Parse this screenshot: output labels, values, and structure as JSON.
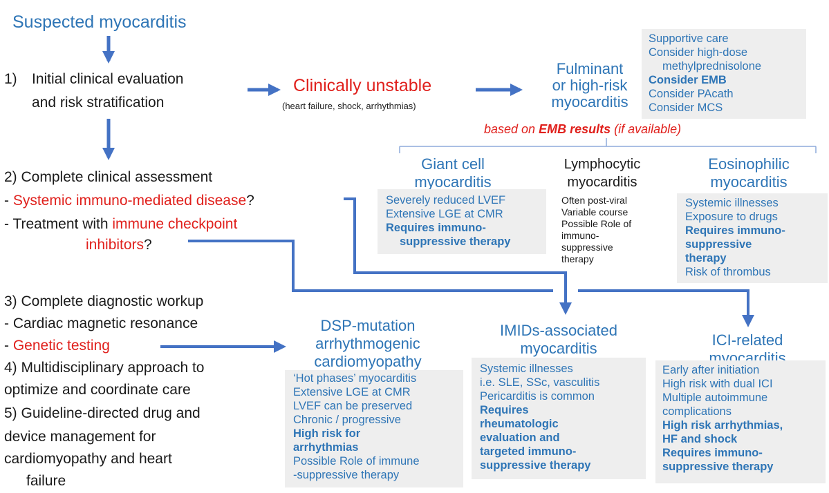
{
  "top": {
    "suspected": "Suspected myocarditis",
    "step1_num": "1)",
    "step1_line1": "Initial clinical evaluation",
    "step1_line2": "and risk stratification",
    "unstable_title": "Clinically unstable",
    "unstable_sub": "(heart failure, shock, arrhythmias)",
    "fulminant": [
      "Fulminant",
      "or high-risk",
      "myocarditis"
    ],
    "fulminant_box": [
      {
        "text": "Supportive care",
        "bold": false,
        "indent": false
      },
      {
        "text": "Consider high-dose",
        "bold": false,
        "indent": false
      },
      {
        "text": "methylprednisolone",
        "bold": false,
        "indent": true
      },
      {
        "text": "Consider EMB",
        "bold": true,
        "indent": false
      },
      {
        "text": "Consider PAcath",
        "bold": false,
        "indent": false
      },
      {
        "text": "Consider MCS",
        "bold": false,
        "indent": false
      }
    ],
    "emb_pre": "based on ",
    "emb_bold": "EMB results",
    "emb_post": " (if available)"
  },
  "left": {
    "s2_title": "2) Complete clinical assessment",
    "s2_a_prefix": " - ",
    "s2_a_red": "Systemic immuno-mediated disease",
    "s2_a_suffix": "?",
    "s2_b_prefix": " - Treatment with ",
    "s2_b_red": "immune checkpoint",
    "s2_b_red2": "inhibitors",
    "s2_b_suffix": "?",
    "s3_title": "3) Complete diagnostic workup",
    "s3_a": " - Cardiac magnetic resonance",
    "s3_b_prefix": " - ",
    "s3_b_red": "Genetic testing",
    "s4_line1": "4) Multidisciplinary approach to",
    "s4_line2": "optimize and coordinate care",
    "s5_line1": "5) Guideline-directed drug and",
    "s5_line2": "device management for",
    "s5_line3": "cardiomyopathy and heart",
    "s5_line4": "failure"
  },
  "giant": {
    "title": [
      "Giant cell",
      "myocarditis"
    ],
    "items": [
      {
        "text": "Severely reduced LVEF",
        "bold": false,
        "indent": false
      },
      {
        "text": "Extensive LGE at CMR",
        "bold": false,
        "indent": false
      },
      {
        "text": "Requires immuno-",
        "bold": true,
        "indent": false
      },
      {
        "text": "suppressive therapy",
        "bold": true,
        "indent": true
      }
    ]
  },
  "lympho": {
    "title": [
      "Lymphocytic",
      "myocarditis"
    ],
    "items": [
      "Often post-viral",
      "Variable course",
      "Possible Role of",
      "immuno-",
      "suppressive",
      "therapy"
    ]
  },
  "eosino": {
    "title": [
      "Eosinophilic",
      "myocarditis"
    ],
    "items": [
      {
        "text": "Systemic illnesses",
        "bold": false
      },
      {
        "text": "Exposure to drugs",
        "bold": false
      },
      {
        "text": "Requires immuno-",
        "bold": true
      },
      {
        "text": "suppressive",
        "bold": true
      },
      {
        "text": "therapy",
        "bold": true
      },
      {
        "text": "Risk of thrombus",
        "bold": false
      }
    ]
  },
  "dsp": {
    "title": [
      "DSP-mutation",
      "arrhythmogenic",
      "cardiomyopathy"
    ],
    "items": [
      {
        "text": "‘Hot phases’ myocarditis",
        "bold": false
      },
      {
        "text": "Extensive LGE at CMR",
        "bold": false
      },
      {
        "text": "LVEF can be preserved",
        "bold": false
      },
      {
        "text": "Chronic / progressive",
        "bold": false
      },
      {
        "text": "High risk for",
        "bold": true
      },
      {
        "text": "arrhythmias",
        "bold": true
      },
      {
        "text": "Possible Role of immune",
        "bold": false
      },
      {
        "text": "-suppressive therapy",
        "bold": false
      }
    ]
  },
  "imids": {
    "title": [
      "IMIDs-associated",
      "myocarditis"
    ],
    "items": [
      {
        "text": "Systemic illnesses",
        "bold": false
      },
      {
        "text": "i.e. SLE, SSc, vasculitis",
        "bold": false
      },
      {
        "text": "Pericarditis is common",
        "bold": false
      },
      {
        "text": "Requires",
        "bold": true
      },
      {
        "text": "rheumatologic",
        "bold": true
      },
      {
        "text": "evaluation and",
        "bold": true
      },
      {
        "text": "targeted immuno-",
        "bold": true
      },
      {
        "text": "suppressive therapy",
        "bold": true
      }
    ]
  },
  "ici": {
    "title": [
      "ICI-related",
      "myocarditis"
    ],
    "items": [
      {
        "text": "Early after initiation",
        "bold": false
      },
      {
        "text": "High risk with dual ICI",
        "bold": false
      },
      {
        "text": "Multiple autoimmune",
        "bold": false
      },
      {
        "text": "complications",
        "bold": false
      },
      {
        "text": "High risk arrhythmias,",
        "bold": true
      },
      {
        "text": "HF and shock",
        "bold": true
      },
      {
        "text": "Requires immuno-",
        "bold": true
      },
      {
        "text": "suppressive therapy",
        "bold": true
      }
    ]
  },
  "colors": {
    "accent": "#2e75b6",
    "alert": "#e0201c",
    "box": "#eeeeee",
    "arrow": "#4472c4"
  }
}
